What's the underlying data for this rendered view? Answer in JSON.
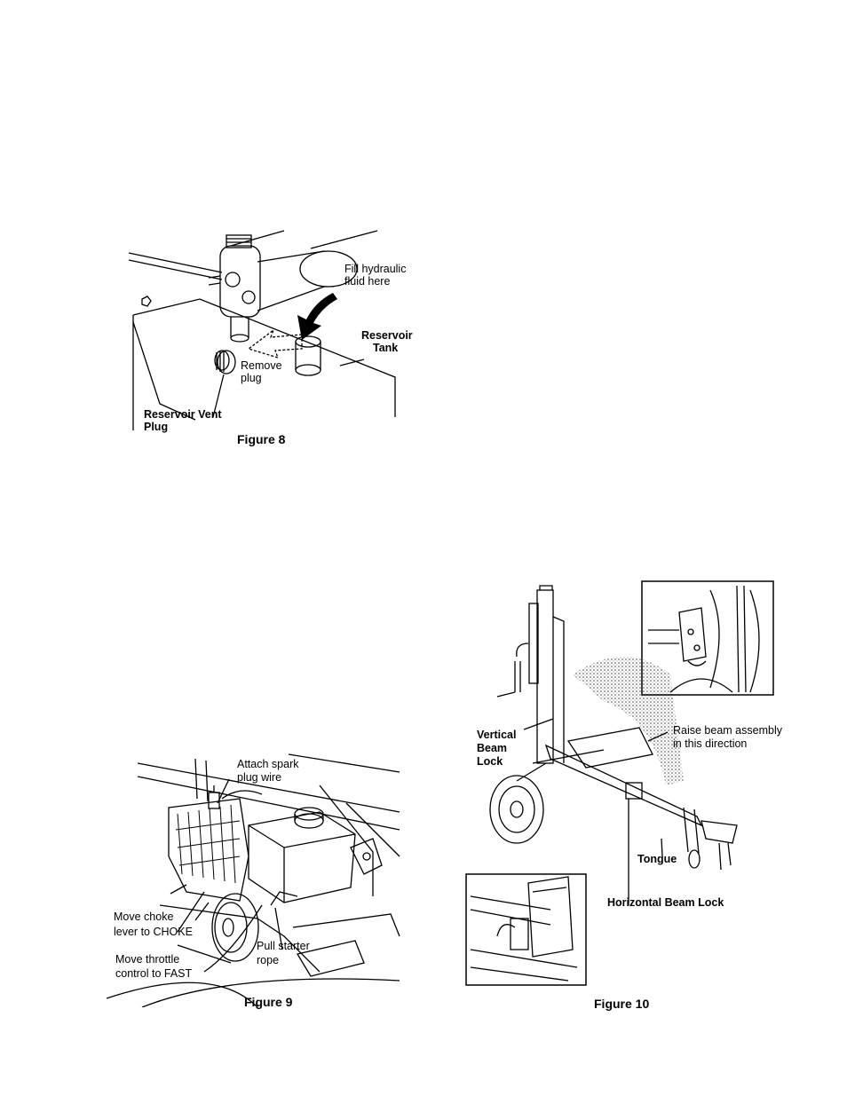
{
  "figure8": {
    "caption": "Figure 8",
    "labels": {
      "fill_line1": "Fill hydraulic",
      "fill_line2": "fluid here",
      "reservoir_line1": "Reservoir",
      "reservoir_line2": "Tank",
      "remove_line1": "Remove",
      "remove_line2": "plug",
      "vent_line1": "Reservoir Vent",
      "vent_line2": "Plug"
    }
  },
  "figure9": {
    "caption": "Figure 9",
    "labels": {
      "spark_line1": "Attach spark",
      "spark_line2": "plug wire",
      "choke_line1": "Move choke",
      "choke_line2": "lever to CHOKE",
      "starter_line1": "Pull starter",
      "starter_line2": "rope",
      "throttle_line1": "Move throttle",
      "throttle_line2": "control to FAST"
    }
  },
  "figure10": {
    "caption": "Figure 10",
    "labels": {
      "vertical_line1": "Vertical",
      "vertical_line2": "Beam",
      "vertical_line3": "Lock",
      "raise_line1": "Raise beam  assembly",
      "raise_line2": "in this direction",
      "tongue": "Tongue",
      "horizontal": "Horizontal Beam Lock"
    }
  }
}
